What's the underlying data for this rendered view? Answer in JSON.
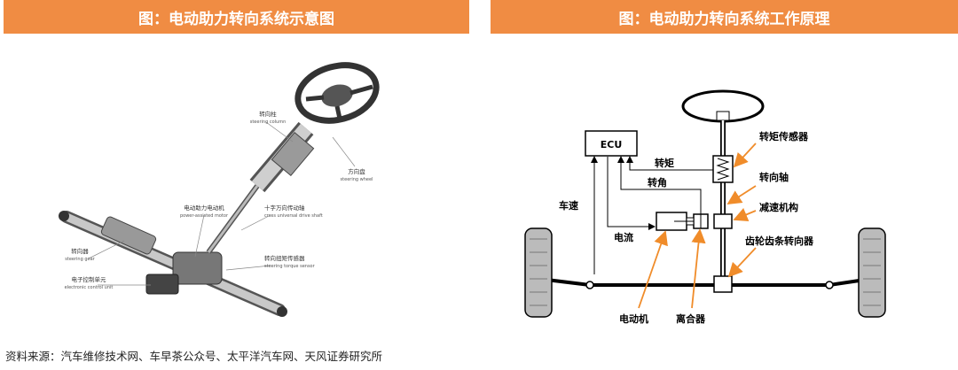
{
  "left_title": "图：电动助力转向系统示意图",
  "right_title": "图：电动助力转向系统工作原理",
  "left_labels": {
    "column_cn": "转向柱",
    "column_en": "steering column",
    "wheel_cn": "方向盘",
    "wheel_en": "steering wheel",
    "motor_cn": "电动助力电动机",
    "motor_en": "power-assisted motor",
    "shaft_cn": "十字万向传动轴",
    "shaft_en": "cross universal drive shaft",
    "gear_cn": "转向器",
    "gear_en": "steering gear",
    "sensor_cn": "转向扭矩传感器",
    "sensor_en": "steering torque sensor",
    "ecu_cn": "电子控制单元",
    "ecu_en": "electronic control unit"
  },
  "right_labels": {
    "ecu": "ECU",
    "torque": "转矩",
    "angle": "转角",
    "speed": "车速",
    "current": "电流",
    "torque_sensor": "转矩传感器",
    "steering_shaft": "转向轴",
    "reducer": "减速机构",
    "rack_pinion": "齿轮齿条转向器",
    "motor": "电动机",
    "clutch": "离合器"
  },
  "source": "资料来源：汽车维修技术网、车早茶公众号、太平洋汽车网、天风证券研究所"
}
